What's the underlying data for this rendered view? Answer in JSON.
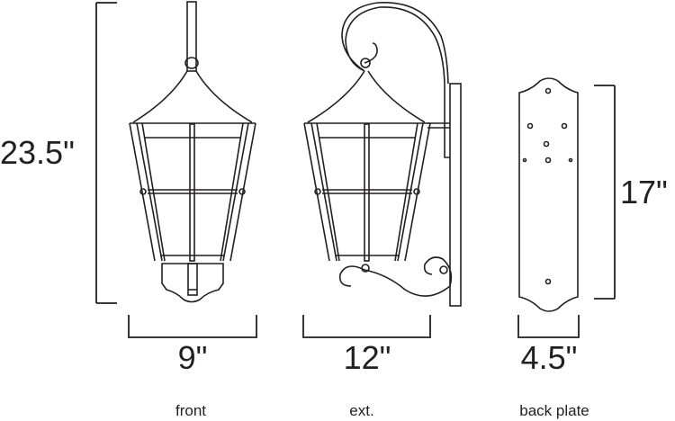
{
  "dimensions": {
    "overall_height": "23.5\"",
    "front_width": "9\"",
    "extension": "12\"",
    "back_plate_width": "4.5\"",
    "back_plate_height": "17\""
  },
  "captions": {
    "front": "front",
    "ext": "ext.",
    "back_plate": "back plate"
  },
  "line_color": "#231f20"
}
